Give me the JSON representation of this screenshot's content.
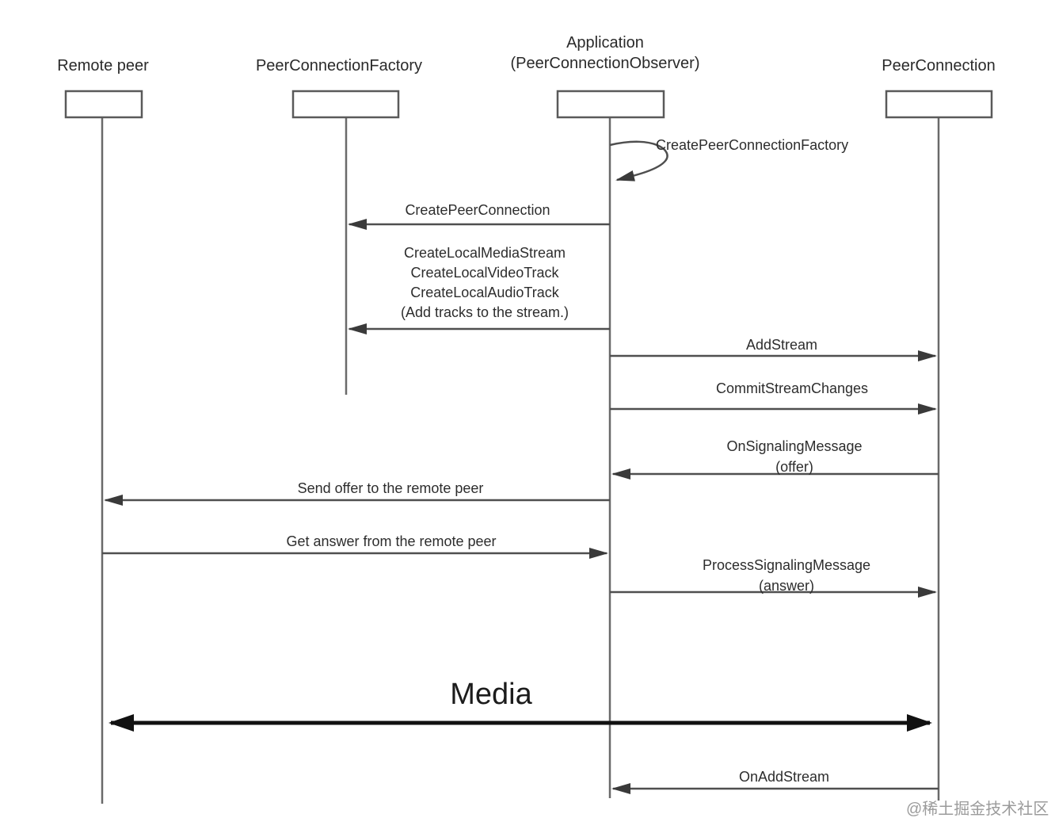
{
  "diagram": {
    "actors": [
      {
        "title": "Remote peer"
      },
      {
        "title": "PeerConnectionFactory"
      },
      {
        "title": "Application",
        "subtitle": "(PeerConnectionObserver)"
      },
      {
        "title": "PeerConnection"
      }
    ],
    "messages": [
      {
        "label": "CreatePeerConnectionFactory",
        "from": "Application",
        "to": "Application",
        "kind": "self-call"
      },
      {
        "label": "CreatePeerConnection",
        "from": "Application",
        "to": "PeerConnectionFactory",
        "kind": "call"
      },
      {
        "label": "CreateLocalMediaStream\nCreateLocalVideoTrack\nCreateLocalAudioTrack\n(Add tracks to the stream.)",
        "from": "Application",
        "to": "PeerConnectionFactory",
        "kind": "call"
      },
      {
        "label": "AddStream",
        "from": "Application",
        "to": "PeerConnection",
        "kind": "call"
      },
      {
        "label": "CommitStreamChanges",
        "from": "Application",
        "to": "PeerConnection",
        "kind": "call"
      },
      {
        "label": "OnSignalingMessage\n(offer)",
        "from": "PeerConnection",
        "to": "Application",
        "kind": "callback"
      },
      {
        "label": "Send offer to the remote peer",
        "from": "Application",
        "to": "Remote peer",
        "kind": "call"
      },
      {
        "label": "Get answer from the remote peer",
        "from": "Remote peer",
        "to": "Application",
        "kind": "call"
      },
      {
        "label": "ProcessSignalingMessage\n(answer)",
        "from": "Application",
        "to": "PeerConnection",
        "kind": "call"
      },
      {
        "label": "Media",
        "from": "Remote peer",
        "to": "PeerConnection",
        "kind": "bidirectional"
      },
      {
        "label": "OnAddStream",
        "from": "PeerConnection",
        "to": "Application",
        "kind": "callback"
      }
    ],
    "watermark": "@稀土掘金技术社区",
    "colors": {
      "line": "#4f4f4f",
      "arrowhead": "#3a3a3a",
      "text": "#2d2d2d",
      "media_arrow": "#111111",
      "watermark": "#9b9b9b"
    }
  }
}
